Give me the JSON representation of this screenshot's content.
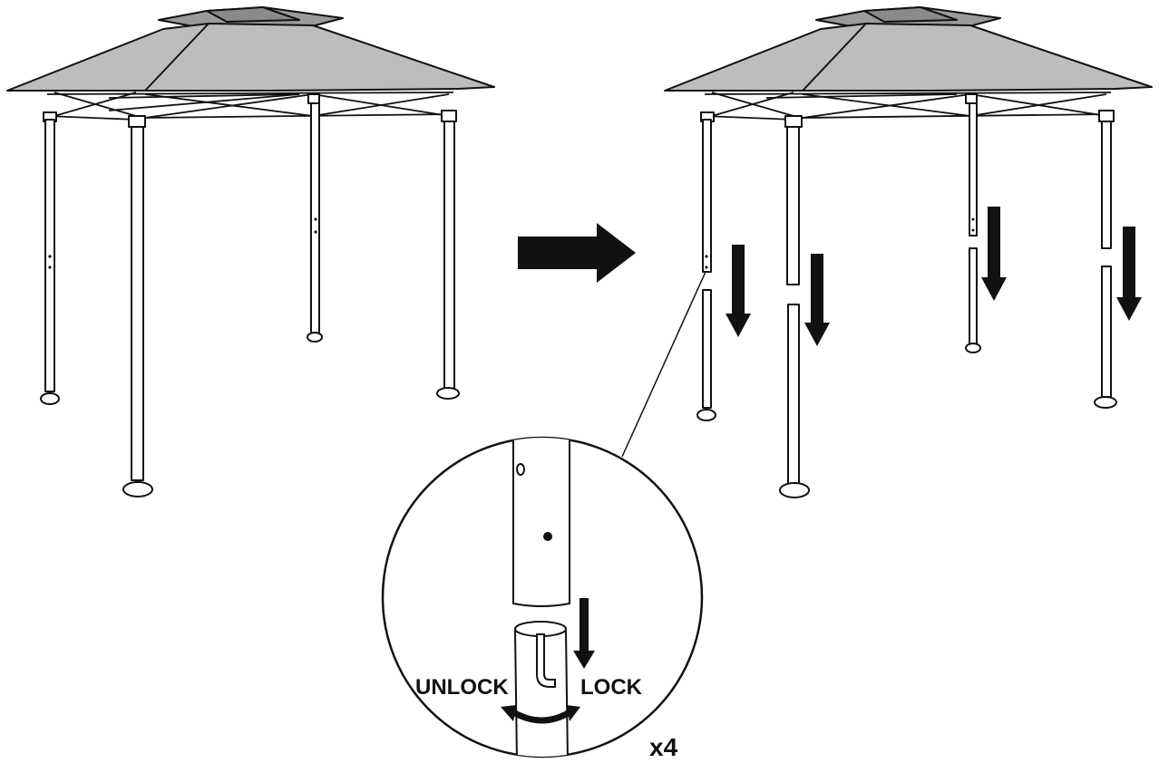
{
  "detail": {
    "unlock_label": "UNLOCK",
    "lock_label": "LOCK",
    "quantity_label": "x4"
  },
  "colors": {
    "canopy": "#bdbdbd",
    "canopy_top": "#9a9a9a",
    "stroke": "#111111",
    "background": "#ffffff"
  },
  "icons": [
    "right-arrow-icon",
    "down-arrow-icon",
    "twist-arrow-icon"
  ]
}
